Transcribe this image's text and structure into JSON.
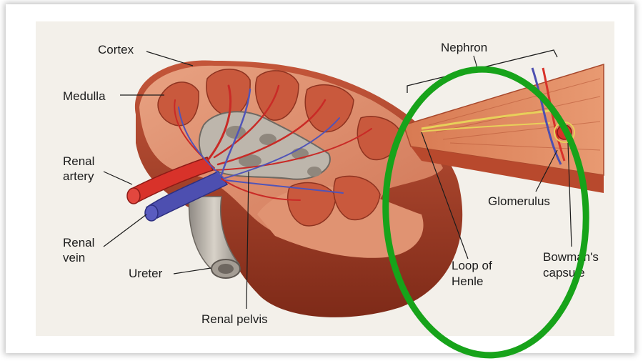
{
  "labels": {
    "cortex": "Cortex",
    "medulla": "Medulla",
    "renal_artery_1": "Renal",
    "renal_artery_2": "artery",
    "renal_vein_1": "Renal",
    "renal_vein_2": "vein",
    "ureter": "Ureter",
    "renal_pelvis": "Renal pelvis",
    "nephron": "Nephron",
    "glomerulus": "Glomerulus",
    "loop_of_henle_1": "Loop of",
    "loop_of_henle_2": "Henle",
    "bowmans_capsule_1": "Bowman's",
    "bowmans_capsule_2": "capsule"
  },
  "colors": {
    "highlight_ellipse": "#17a31a",
    "tissue": "#d9825e",
    "tissue_dark": "#9c3a22",
    "artery": "#d8322a",
    "vein": "#4d4fb0",
    "pelvis": "#b9b3aa"
  }
}
